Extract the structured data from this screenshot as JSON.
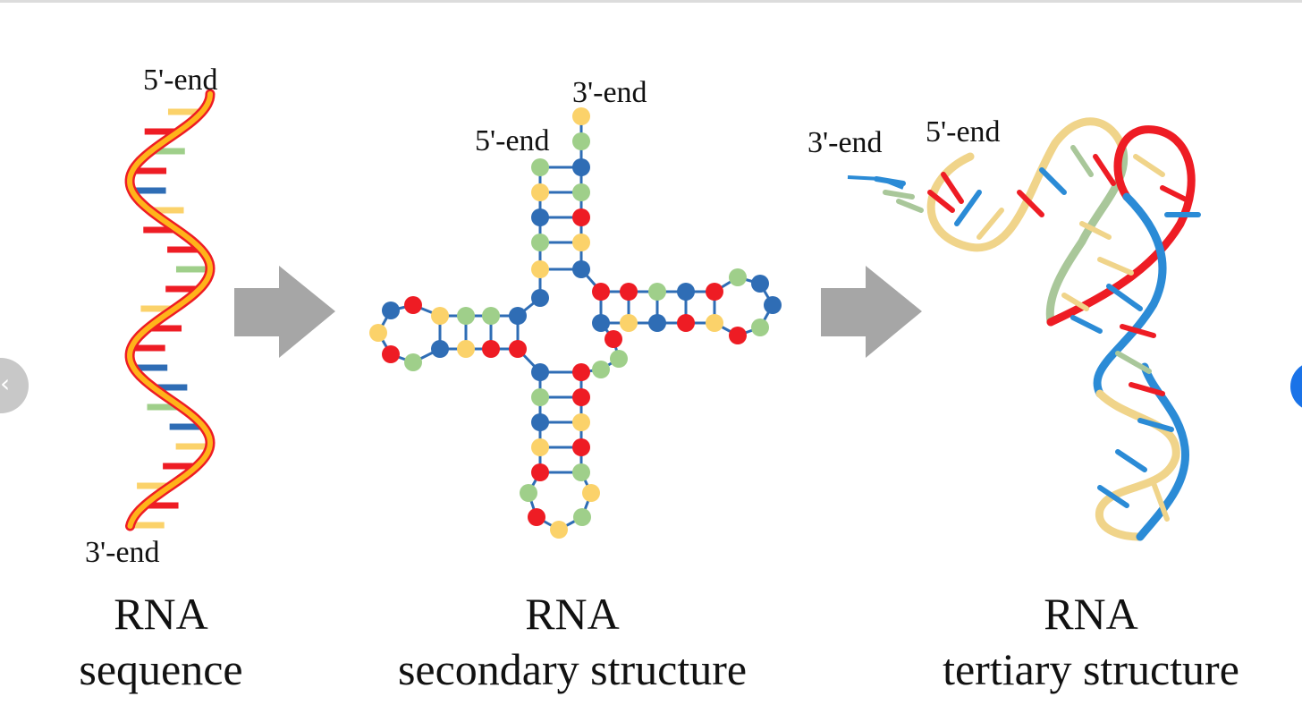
{
  "panels": {
    "sequence": {
      "end_top": "5'-end",
      "end_bottom": "3'-end",
      "title": "RNA",
      "subtitle": "sequence"
    },
    "secondary": {
      "end_top": "3'-end",
      "end_side": "5'-end",
      "title": "RNA",
      "subtitle": "secondary structure"
    },
    "tertiary": {
      "end_left": "3'-end",
      "end_right": "5'-end",
      "title": "RNA",
      "subtitle": "tertiary structure"
    }
  },
  "nav": {
    "prev_icon": "chevron-left-icon",
    "next_icon": "chevron-right-icon"
  },
  "colors": {
    "red": "#ee1c24",
    "yellow": "#fbd26a",
    "green": "#9fcf8a",
    "blue": "#2f6db5",
    "ribbon_orange": "#f58a1f",
    "arrow": "#a6a6a6",
    "tertiary_blue": "#2b8bd6",
    "tertiary_tan": "#f0d48a",
    "tertiary_sage": "#a9c79a"
  }
}
